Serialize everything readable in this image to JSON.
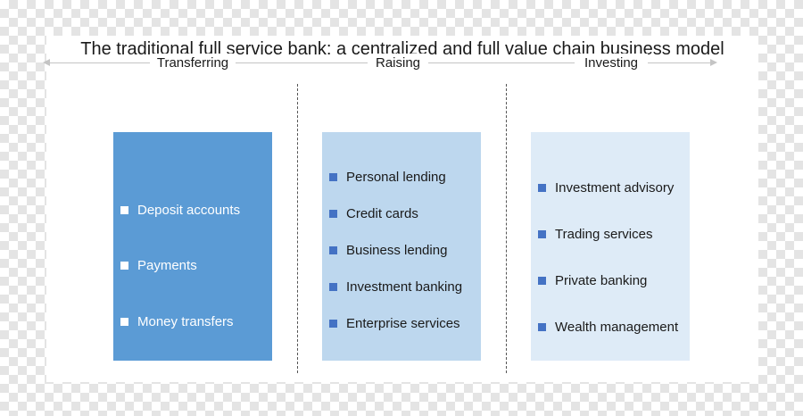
{
  "title": "The traditional full service bank: a centralized and full value chain business model",
  "columns": [
    {
      "label": "Transferring",
      "items": [
        "Deposit accounts",
        "Payments",
        "Money transfers"
      ]
    },
    {
      "label": "Raising",
      "items": [
        "Personal lending",
        "Credit cards",
        "Business lending",
        "Investment banking",
        "Enterprise services"
      ]
    },
    {
      "label": "Investing",
      "items": [
        "Investment advisory",
        "Trading services",
        "Private banking",
        "Wealth management"
      ]
    }
  ],
  "colors": {
    "transferring_box": "#5b9bd5",
    "raising_box": "#bdd7ee",
    "investing_box": "#deebf7",
    "bullet_blue": "#4472c4",
    "arrow": "#c4c4c4"
  }
}
